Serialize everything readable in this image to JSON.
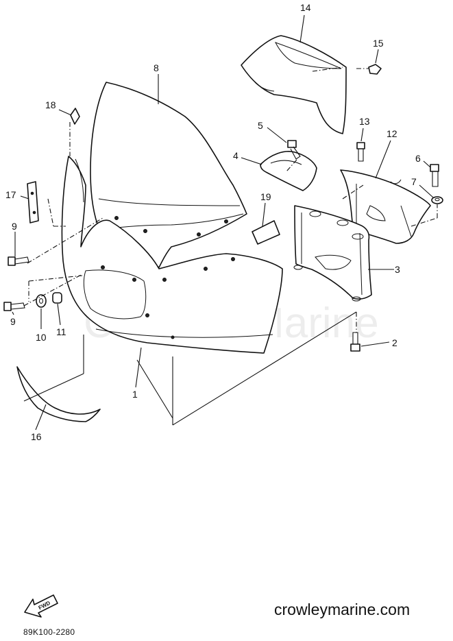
{
  "diagram": {
    "watermark": "Crowley Marine",
    "website": "crowleymarine.com",
    "drawing_code": "89K100-2280",
    "fwd_label": "FWD",
    "callouts": [
      {
        "id": "c1",
        "text": "1"
      },
      {
        "id": "c2",
        "text": "2"
      },
      {
        "id": "c3",
        "text": "3"
      },
      {
        "id": "c4",
        "text": "4"
      },
      {
        "id": "c5",
        "text": "5"
      },
      {
        "id": "c6",
        "text": "6"
      },
      {
        "id": "c7",
        "text": "7"
      },
      {
        "id": "c8",
        "text": "8"
      },
      {
        "id": "c9a",
        "text": "9"
      },
      {
        "id": "c9b",
        "text": "9"
      },
      {
        "id": "c10",
        "text": "10"
      },
      {
        "id": "c11",
        "text": "11"
      },
      {
        "id": "c12",
        "text": "12"
      },
      {
        "id": "c13",
        "text": "13"
      },
      {
        "id": "c14",
        "text": "14"
      },
      {
        "id": "c15",
        "text": "15"
      },
      {
        "id": "c16",
        "text": "16"
      },
      {
        "id": "c17",
        "text": "17"
      },
      {
        "id": "c18",
        "text": "18"
      },
      {
        "id": "c19",
        "text": "19"
      }
    ]
  }
}
